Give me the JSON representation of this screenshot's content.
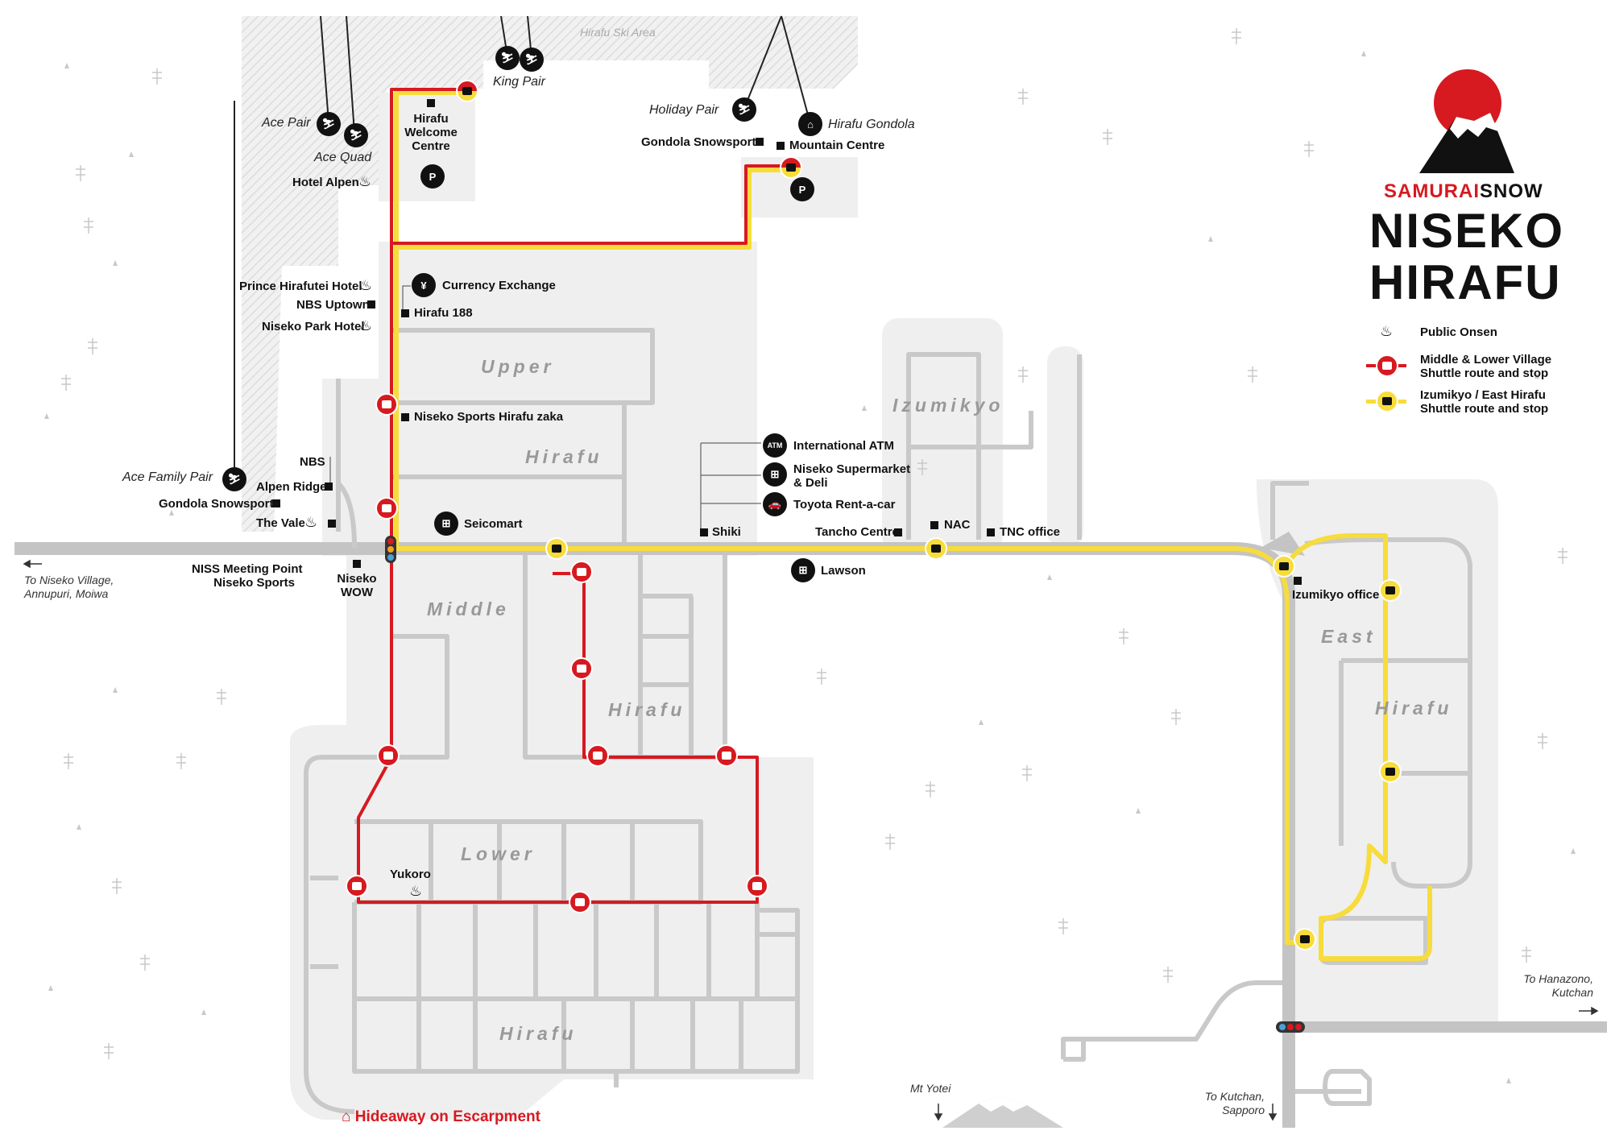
{
  "brand": {
    "name_a": "SAMURAI",
    "name_b": "SNOW",
    "title_line1": "NISEKO",
    "title_line2": "HIRAFU"
  },
  "legend": {
    "onsen": "Public Onsen",
    "red_route_l1": "Middle & Lower Village",
    "red_route_l2": "Shuttle route and stop",
    "yellow_route_l1": "Izumikyo / East Hirafu",
    "yellow_route_l2": "Shuttle route and stop"
  },
  "colors": {
    "red_route": "#d71920",
    "yellow_route": "#f7dc3b",
    "road": "#c8c8c8",
    "area_fill": "#efefef",
    "ski_area": "#e6e6e6"
  },
  "areas": {
    "ski_area": "Hirafu Ski Area",
    "upper": "Upper",
    "upper_hirafu": "Hirafu",
    "middle": "Middle",
    "middle_hirafu": "Hirafu",
    "lower": "Lower",
    "lower_hirafu": "Hirafu",
    "izumikyo": "Izumikyo",
    "east": "East",
    "east_hirafu": "Hirafu"
  },
  "lifts": {
    "king_pair": "King Pair",
    "ace_pair": "Ace Pair",
    "ace_quad": "Ace Quad",
    "holiday_pair": "Holiday Pair",
    "hirafu_gondola": "Hirafu Gondola",
    "ace_family_pair": "Ace Family Pair"
  },
  "places": {
    "welcome_l1": "Hirafu",
    "welcome_l2": "Welcome",
    "welcome_l3": "Centre",
    "hotel_alpen": "Hotel Alpen",
    "gondola_snowsports_top": "Gondola Snowsports",
    "mountain_centre": "Mountain Centre",
    "prince_hirafutei": "Prince Hirafutei Hotel",
    "nbs_uptown": "NBS Uptown",
    "niseko_park_hotel": "Niseko Park Hotel",
    "currency_exchange": "Currency Exchange",
    "hirafu_188": "Hirafu 188",
    "sports_hirafu_zaka": "Niseko Sports Hirafu zaka",
    "nbs": "NBS",
    "alpen_ridge": "Alpen Ridge",
    "gondola_snowsports": "Gondola Snowsports",
    "the_vale": "The Vale",
    "seicomart": "Seicomart",
    "niss_l1": "NISS Meeting Point",
    "niss_l2": "Niseko Sports",
    "niseko_wow_l1": "Niseko",
    "niseko_wow_l2": "WOW",
    "international_atm": "International ATM",
    "supermarket_l1": "Niseko Supermarket",
    "supermarket_l2": "& Deli",
    "toyota": "Toyota Rent-a-car",
    "shiki": "Shiki",
    "tancho": "Tancho Centre",
    "nac": "NAC",
    "tnc": "TNC office",
    "lawson": "Lawson",
    "izumikyo_office": "Izumikyo office",
    "yukoro": "Yukoro",
    "hideaway": "Hideaway on Escarpment"
  },
  "icons": {
    "parking": "P",
    "atm": "ATM",
    "yen": "¥"
  },
  "directions": {
    "niseko_village_l1": "To Niseko Village,",
    "niseko_village_l2": "Annupuri, Moiwa",
    "hanazono_l1": "To Hanazono,",
    "hanazono_l2": "Kutchan",
    "mt_yotei": "Mt Yotei",
    "kutchan_l1": "To Kutchan,",
    "kutchan_l2": "Sapporo"
  }
}
